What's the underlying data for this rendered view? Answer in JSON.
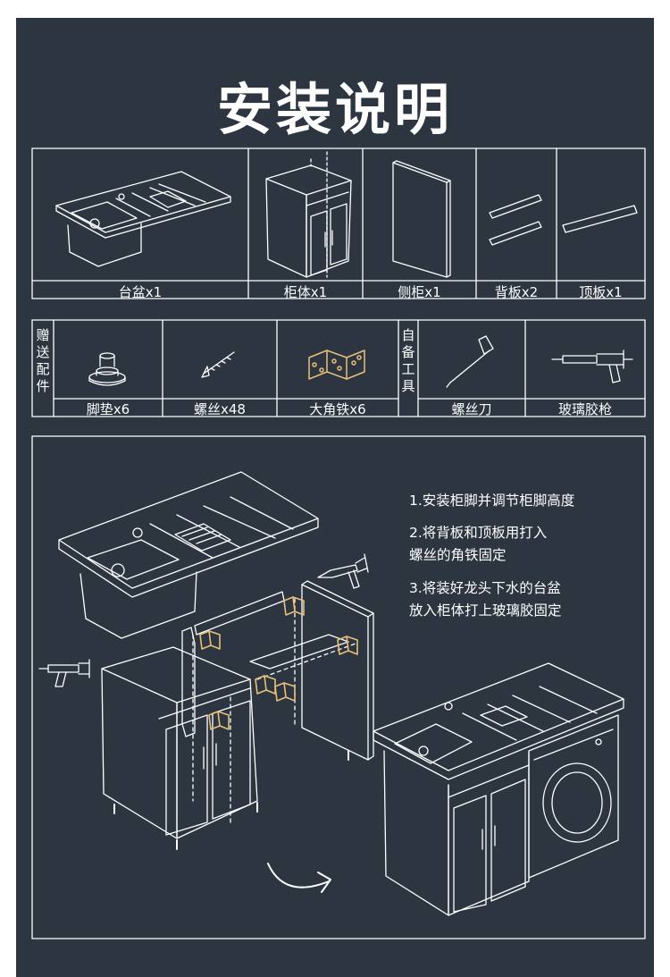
{
  "page": {
    "title": "安装说明",
    "colors": {
      "background": "#2c3540",
      "line": "#ffffff",
      "bracket": "#e8c07a"
    }
  },
  "parts_row": {
    "items": [
      {
        "label": "台盆x1",
        "icon": "basin-icon"
      },
      {
        "label": "柜体x1",
        "icon": "cabinet-body-icon"
      },
      {
        "label": "侧柜x1",
        "icon": "side-panel-icon"
      },
      {
        "label": "背板x2",
        "icon": "back-board-icon"
      },
      {
        "label": "顶板x1",
        "icon": "top-board-icon"
      }
    ]
  },
  "accessories_row": {
    "gift_label": "赠送配件",
    "gift_items": [
      {
        "label": "脚垫x6",
        "icon": "foot-pad-icon"
      },
      {
        "label": "螺丝x48",
        "icon": "screw-icon"
      },
      {
        "label": "大角铁x6",
        "icon": "corner-bracket-icon"
      }
    ],
    "self_label": "自备工具",
    "self_items": [
      {
        "label": "螺丝刀",
        "icon": "screwdriver-icon"
      },
      {
        "label": "玻璃胶枪",
        "icon": "caulking-gun-icon"
      }
    ]
  },
  "instructions": {
    "steps": [
      "1.安装柜脚并调节柜脚高度",
      "2.将背板和顶板用打入",
      "螺丝的角铁固定",
      "3.将装好龙头下水的台盆",
      "放入柜体打上玻璃胶固定"
    ]
  }
}
